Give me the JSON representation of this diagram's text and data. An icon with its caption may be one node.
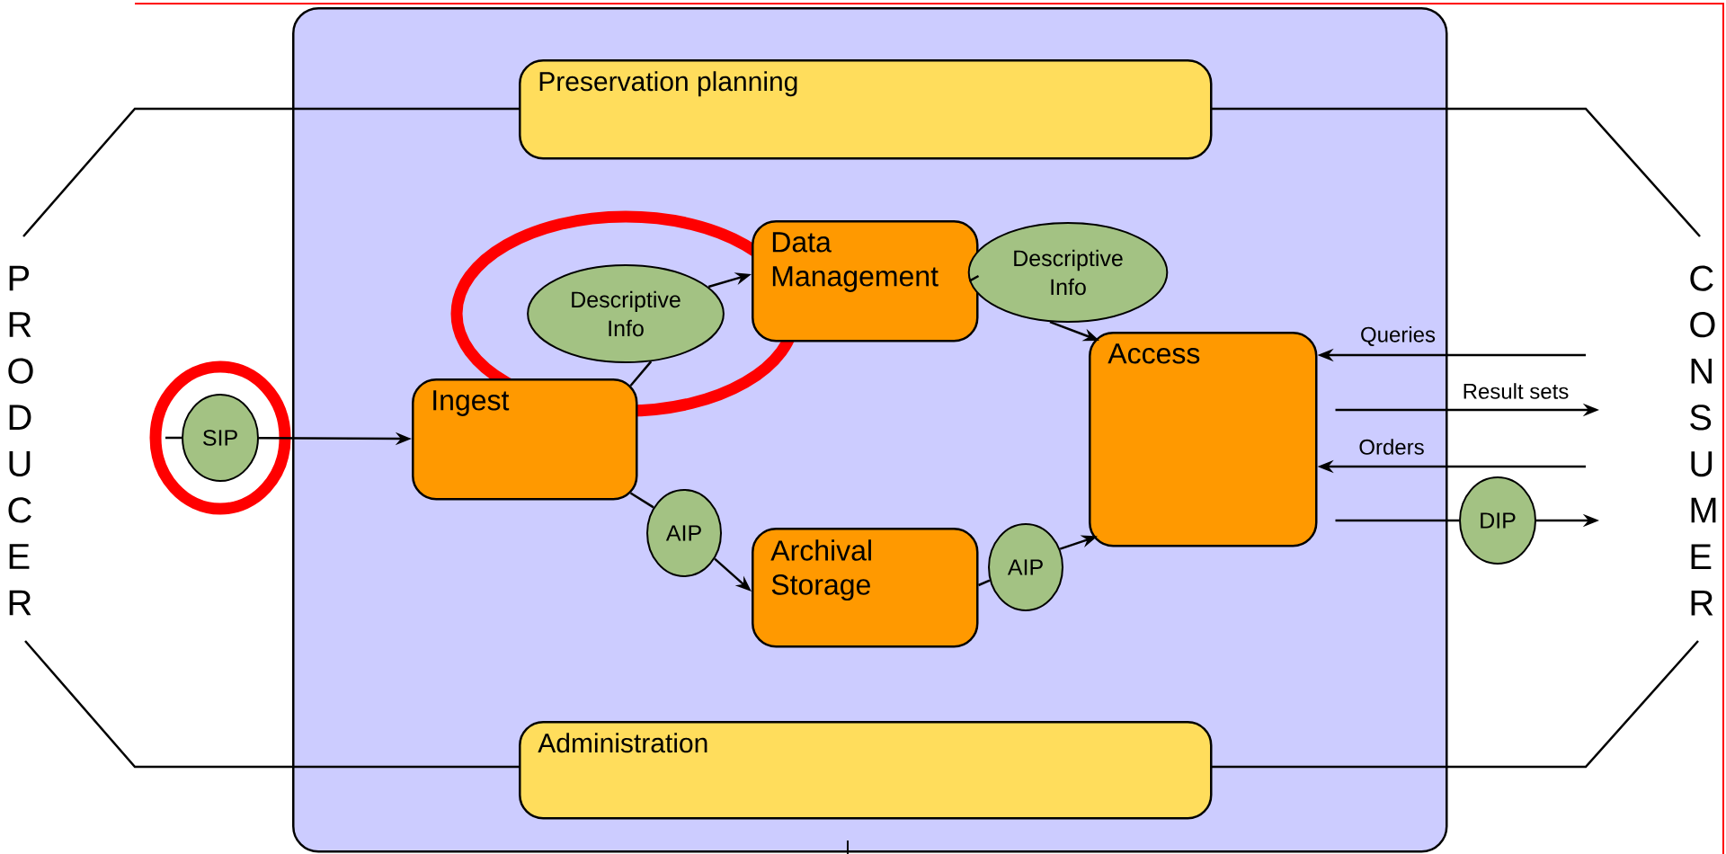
{
  "diagram": {
    "nodes": [
      {
        "text": [],
        "shape": "box"
      },
      {
        "text": [
          "Preservation planning"
        ],
        "in": 0
      },
      {
        "text": [
          "SIP"
        ]
      },
      {
        "text": [
          "Ingest"
        ],
        "in": 0
      },
      {
        "text": [
          "Descriptive Info"
        ],
        "in": 0
      },
      {
        "text": [
          "Data Management"
        ],
        "in": 0
      },
      {
        "text": [
          "Descriptive Info"
        ],
        "in": 0
      },
      {
        "text": [
          "Access"
        ],
        "in": 0
      },
      {
        "text": [
          "AIP"
        ],
        "in": 0
      },
      {
        "text": [
          "Archival Storage"
        ],
        "in": 0
      },
      {
        "text": [
          "AIP"
        ],
        "in": 0
      },
      {
        "text": [
          "DIP"
        ]
      },
      {
        "text": [
          "Administration"
        ],
        "in": 0
      }
    ],
    "edges": [
      {
        "from": null,
        "to": 2,
        "arrow": "none"
      },
      {
        "from": 2,
        "to": 3,
        "arrow": "to"
      },
      {
        "from": 3,
        "to": 4,
        "arrow": "none"
      },
      {
        "from": 4,
        "to": 5,
        "arrow": "to"
      },
      {
        "from": 3,
        "to": 8,
        "arrow": "none"
      },
      {
        "from": 8,
        "to": 9,
        "arrow": "to"
      },
      {
        "from": 5,
        "to": 6,
        "arrow": "none"
      },
      {
        "from": 6,
        "to": 7,
        "arrow": "to"
      },
      {
        "from": 9,
        "to": 10,
        "arrow": "none"
      },
      {
        "from": 10,
        "to": 7,
        "arrow": "to"
      },
      {
        "from": null,
        "to": 7,
        "arrow": "to",
        "label": "Queries"
      },
      {
        "from": 7,
        "to": null,
        "arrow": "to",
        "label": "Result sets"
      },
      {
        "from": null,
        "to": 7,
        "arrow": "to",
        "label": "Orders"
      },
      {
        "from": 7,
        "to": 11,
        "arrow": "none"
      },
      {
        "from": 11,
        "to": null,
        "arrow": "to"
      }
    ],
    "labels": [
      "PRODUCER",
      "CONSUMER"
    ]
  }
}
